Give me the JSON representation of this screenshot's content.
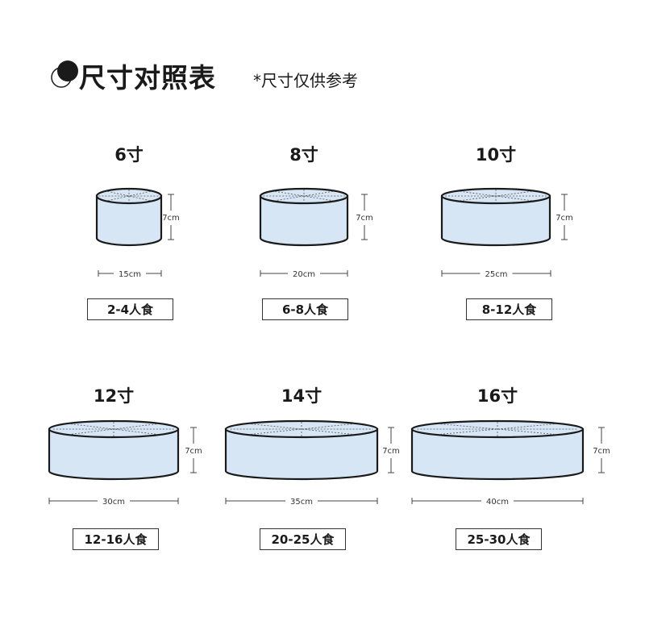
{
  "header": {
    "title": "尺寸对照表",
    "note": "*尺寸仅供参考"
  },
  "cakes": [
    {
      "size": "6寸",
      "height": "7cm",
      "diameter": "15cm",
      "serves": "2-4人食"
    },
    {
      "size": "8寸",
      "height": "7cm",
      "diameter": "20cm",
      "serves": "6-8人食"
    },
    {
      "size": "10寸",
      "height": "7cm",
      "diameter": "25cm",
      "serves": "8-12人食"
    },
    {
      "size": "12寸",
      "height": "7cm",
      "diameter": "30cm",
      "serves": "12-16人食"
    },
    {
      "size": "14寸",
      "height": "7cm",
      "diameter": "35cm",
      "serves": "20-25人食"
    },
    {
      "size": "16寸",
      "height": "7cm",
      "diameter": "40cm",
      "serves": "25-30人食"
    }
  ],
  "colors": {
    "cake_fill": "#d6e6f5",
    "outline": "#1a1a1a"
  }
}
